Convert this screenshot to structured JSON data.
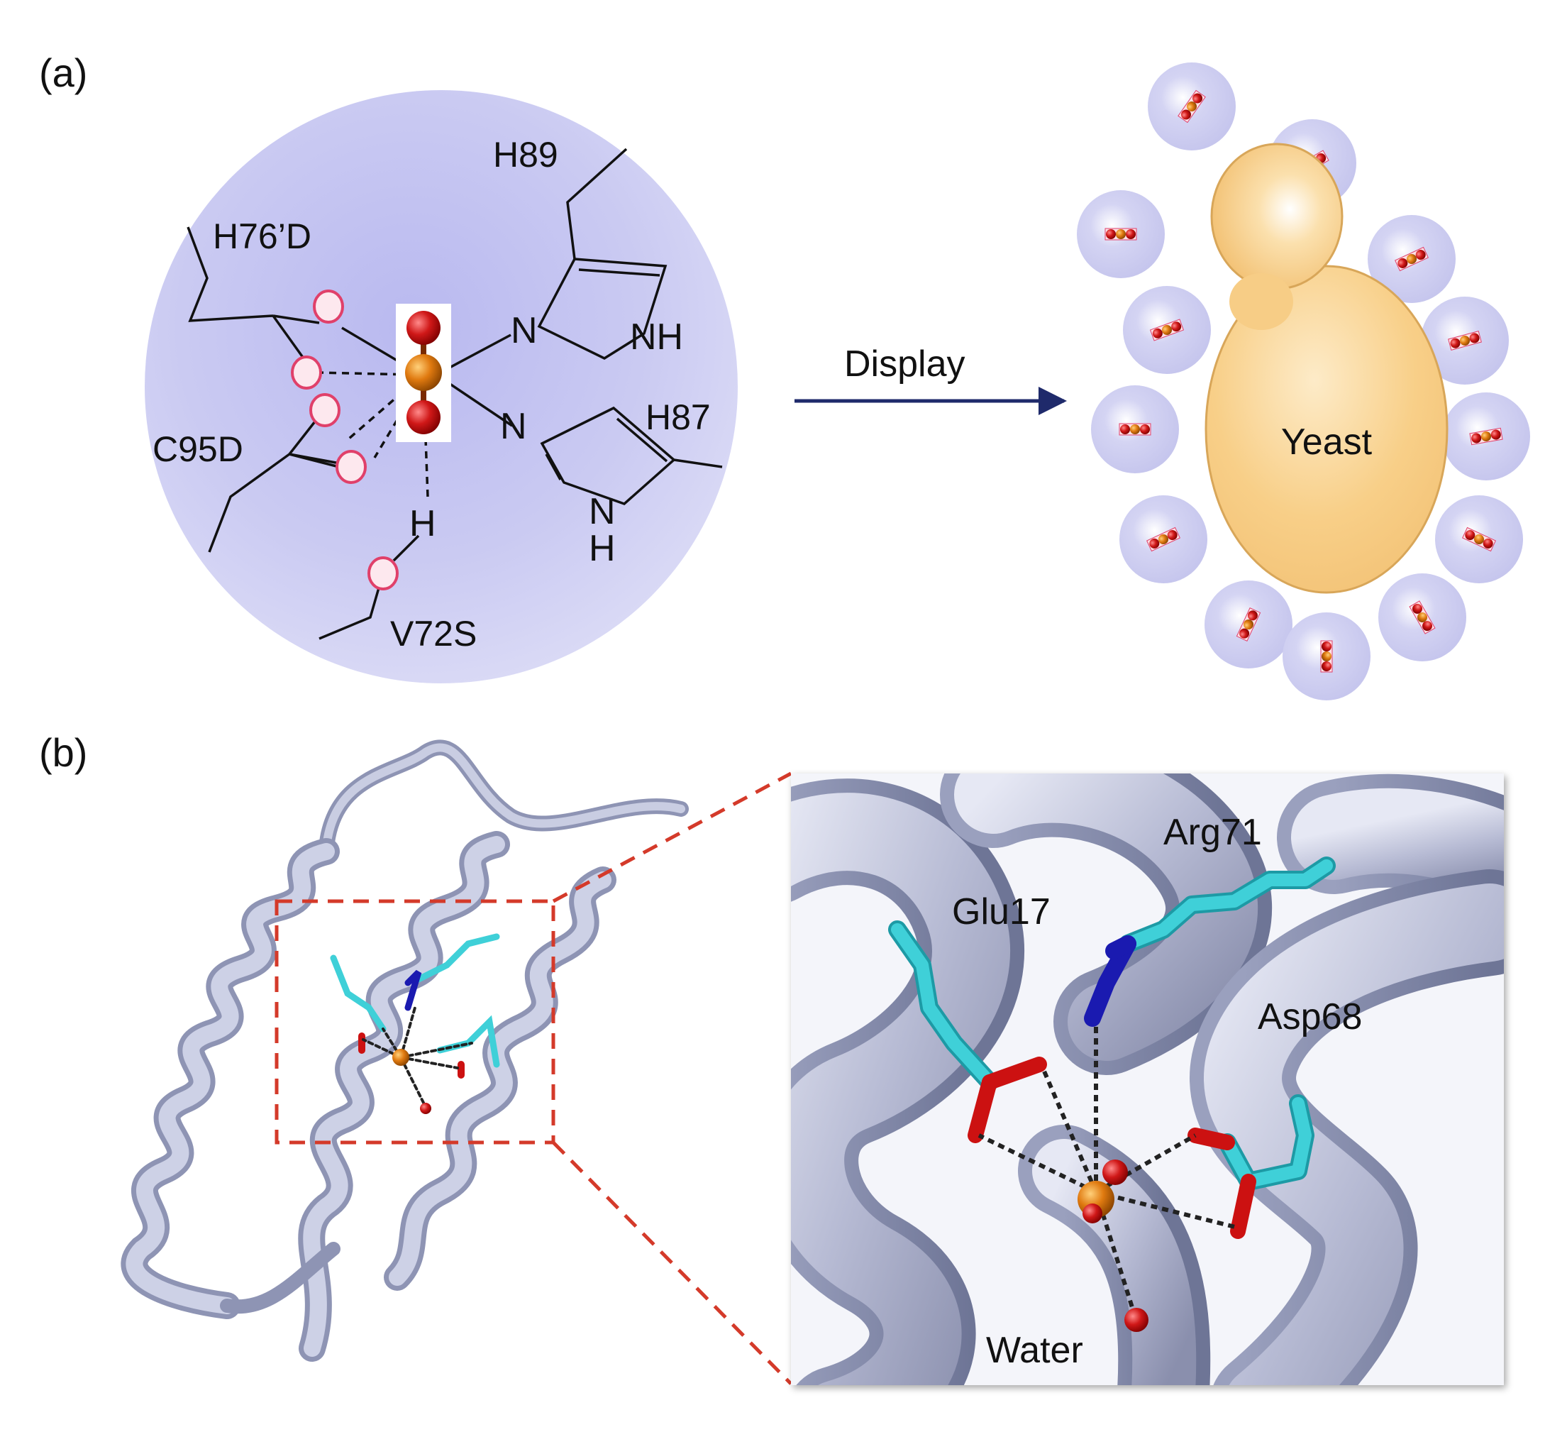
{
  "panel_a": {
    "label": "(a)",
    "residues": {
      "h89": "H89",
      "h76d": "H76’D",
      "c95d": "C95D",
      "h87": "H87",
      "v72s": "V72S"
    },
    "atoms": {
      "n_upper": "N",
      "nh_upper": "NH",
      "n_lower": "N",
      "n_ring": "N",
      "h_ring": "H",
      "h_bond": "H"
    },
    "arrow_label": "Display",
    "yeast_label": "Yeast"
  },
  "panel_b": {
    "label": "(b)",
    "residues": {
      "arg71": "Arg71",
      "glu17": "Glu17",
      "asp68": "Asp68",
      "water": "Water"
    }
  },
  "colors": {
    "protein_sphere": "#c9c9ef",
    "oxygen_ring": "#e0406a",
    "oxygen_sphere": "#cc1111",
    "metal": "#e07a10",
    "yeast": "#f7cc85",
    "ribbon": "#aab0cc",
    "carbon_stick": "#3fd0d8",
    "nitrogen_stick": "#1a1ab0",
    "dashed_box": "#d43a2a",
    "arrow": "#1f2a6b"
  }
}
